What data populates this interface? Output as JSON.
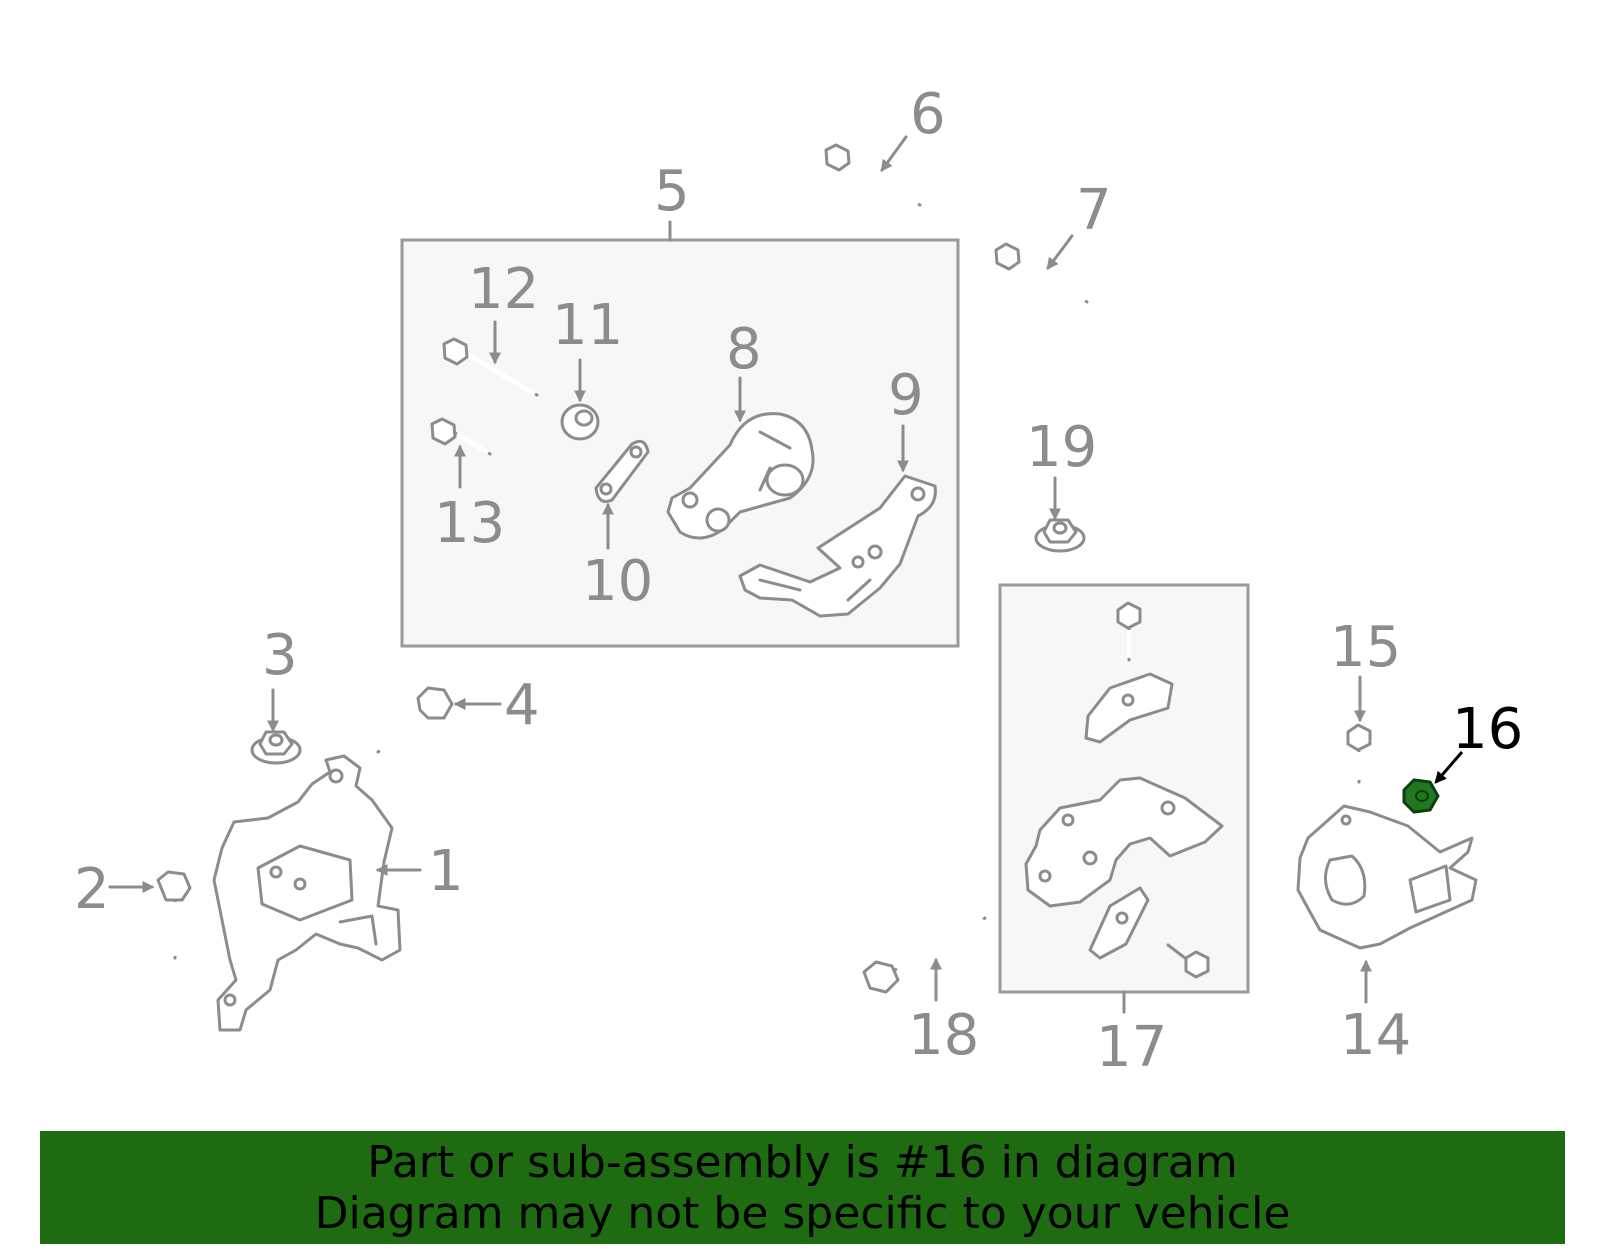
{
  "diagram": {
    "callouts": [
      "1",
      "2",
      "3",
      "4",
      "5",
      "6",
      "7",
      "8",
      "9",
      "10",
      "11",
      "12",
      "13",
      "14",
      "15",
      "16",
      "17",
      "18",
      "19"
    ],
    "highlighted_callout": "16",
    "highlight_color": "#1e6b12"
  },
  "banner": {
    "line1": "Part or sub-assembly is #16 in diagram",
    "line2": "Diagram may not be specific to your vehicle",
    "background": "#1e6b12"
  }
}
